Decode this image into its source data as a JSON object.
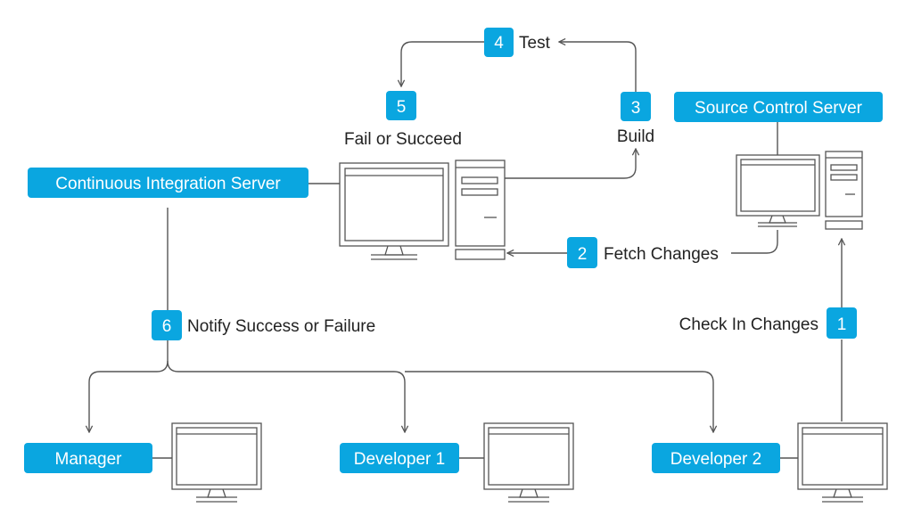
{
  "colors": {
    "accent": "#0aa6e0",
    "line": "#555555",
    "text": "#222222",
    "badge_text": "#ffffff"
  },
  "nodes": {
    "ci_server": "Continuous Integration Server",
    "source_control": "Source Control Server",
    "manager": "Manager",
    "developer1": "Developer 1",
    "developer2": "Developer 2"
  },
  "steps": [
    {
      "number": "1",
      "label": "Check In Changes"
    },
    {
      "number": "2",
      "label": "Fetch Changes"
    },
    {
      "number": "3",
      "label": "Build"
    },
    {
      "number": "4",
      "label": "Test"
    },
    {
      "number": "5",
      "label": "Fail or Succeed"
    },
    {
      "number": "6",
      "label": "Notify Success or Failure"
    }
  ],
  "icons": [
    "monitor-icon",
    "server-tower-icon"
  ]
}
